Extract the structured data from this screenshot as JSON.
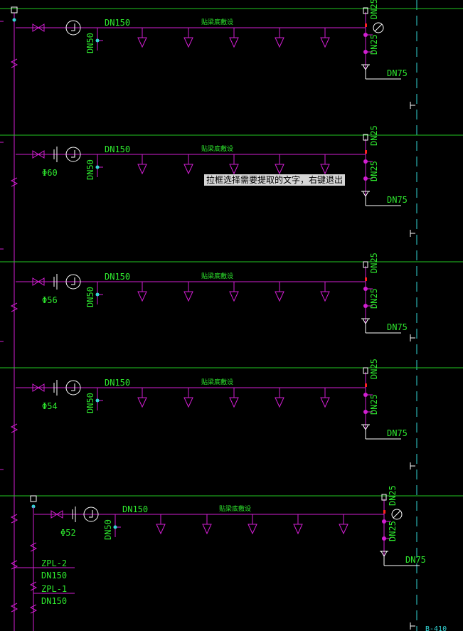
{
  "tooltip": "拉框选择需要提取的文字，右键退出",
  "main_size": "DN150",
  "branch_size": "DN50",
  "pipe_note": "贴梁底敷设",
  "riser_size": "DN25",
  "drain_size": "DN75",
  "colors": {
    "pipe": "#d21ed2",
    "text": "#2ee82e",
    "floor_line": "#22c722",
    "dim": "#33d6d6",
    "valve_red": "#ff2020"
  },
  "bands": [
    {
      "label": "DN150",
      "phi": "",
      "gauge": true
    },
    {
      "label": "DN150",
      "phi": "Φ60",
      "gauge": false
    },
    {
      "label": "DN150",
      "phi": "Φ56",
      "gauge": false
    },
    {
      "label": "DN150",
      "phi": "Φ54",
      "gauge": false
    },
    {
      "label": "DN150",
      "phi": "Φ52",
      "gauge": true
    }
  ],
  "risers": [
    {
      "name": "ZPL-2",
      "size": "DN150"
    },
    {
      "name": "ZPL-1",
      "size": "DN150"
    }
  ],
  "corner_text": "B-410"
}
